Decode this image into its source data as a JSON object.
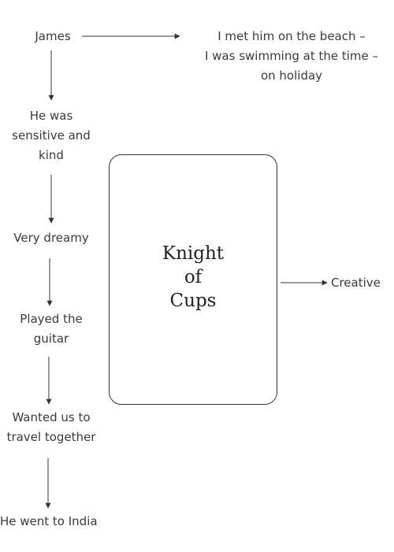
{
  "diagram": {
    "nodes": [
      {
        "id": "james",
        "text": "James"
      },
      {
        "id": "met",
        "text": "I met him on the beach –\nI was swimming at the time –\non holiday"
      },
      {
        "id": "sensitive",
        "text": "He was\nsensitive and\nkind"
      },
      {
        "id": "dreamy",
        "text": "Very dreamy"
      },
      {
        "id": "guitar",
        "text": "Played the\nguitar"
      },
      {
        "id": "travel",
        "text": "Wanted us to\ntravel together"
      },
      {
        "id": "india",
        "text": "He went to India"
      },
      {
        "id": "creative",
        "text": "Creative"
      }
    ],
    "card": {
      "title": "Knight\nof\nCups"
    },
    "edges": [
      {
        "from": "james",
        "to": "met"
      },
      {
        "from": "james",
        "to": "sensitive"
      },
      {
        "from": "sensitive",
        "to": "dreamy"
      },
      {
        "from": "dreamy",
        "to": "guitar"
      },
      {
        "from": "guitar",
        "to": "travel"
      },
      {
        "from": "travel",
        "to": "india"
      },
      {
        "from": "card",
        "to": "creative"
      }
    ],
    "line_color": "#333333"
  }
}
